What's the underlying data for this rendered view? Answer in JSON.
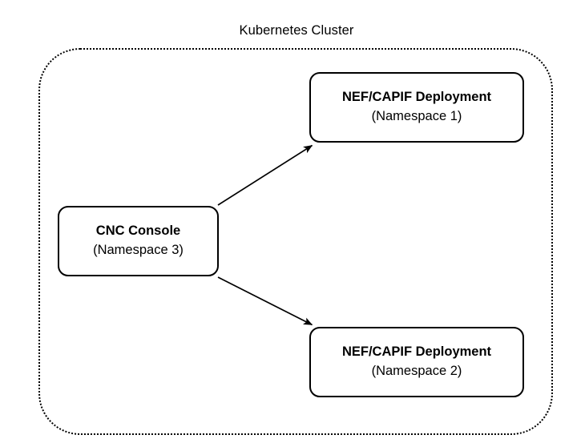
{
  "diagram": {
    "title": "Kubernetes Cluster",
    "boundary_style": "dotted",
    "colors": {
      "stroke": "#000000",
      "fill": "#ffffff",
      "text": "#000000"
    },
    "nodes": [
      {
        "id": "nef-capif-1",
        "title": "NEF/CAPIF Deployment",
        "subtitle": "(Namespace 1)"
      },
      {
        "id": "nef-capif-2",
        "title": "NEF/CAPIF Deployment",
        "subtitle": "(Namespace 2)"
      },
      {
        "id": "cnc-console",
        "title": "CNC Console",
        "subtitle": "(Namespace 3)"
      }
    ],
    "connectors": [
      {
        "id": "cnc-to-nef-1",
        "from": "cnc-console",
        "to": "nef-capif-1",
        "arrow": "single"
      },
      {
        "id": "cnc-to-nef-2",
        "from": "cnc-console",
        "to": "nef-capif-2",
        "arrow": "single"
      }
    ]
  }
}
